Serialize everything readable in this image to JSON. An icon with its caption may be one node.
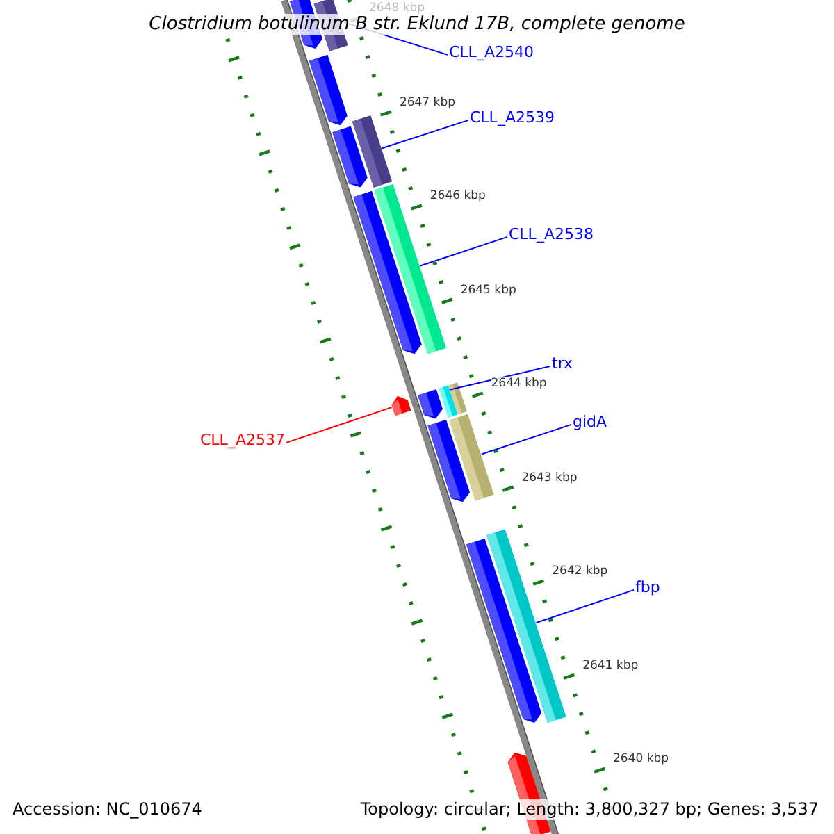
{
  "diagram": {
    "title": "Clostridium botulinum B str. Eklund 17B, complete genome",
    "nodes": [
      {
        "text": [
          "CLL_A2540"
        ]
      },
      {
        "text": [
          "CLL_A2539"
        ]
      },
      {
        "text": [
          "CLL_A2538"
        ]
      },
      {
        "text": [
          "trx"
        ]
      },
      {
        "text": [
          "gidA"
        ]
      },
      {
        "text": [
          "CLL_A2537"
        ]
      },
      {
        "text": [
          "fbp"
        ]
      },
      {
        "text": [],
        "shape": "pentagon"
      },
      {
        "text": [],
        "shape": "bar"
      },
      {
        "text": [],
        "shape": "pentagon"
      },
      {
        "text": [],
        "shape": "bar"
      },
      {
        "text": [],
        "shape": "pentagon"
      },
      {
        "text": [],
        "shape": "bar"
      },
      {
        "text": [],
        "shape": "pentagon"
      },
      {
        "text": [],
        "shape": "bar"
      },
      {
        "text": [],
        "shape": "bar"
      },
      {
        "text": [],
        "shape": "pentagon"
      },
      {
        "text": [],
        "shape": "pentagon"
      },
      {
        "text": [],
        "shape": "pentagon"
      },
      {
        "text": [],
        "shape": "bar"
      },
      {
        "text": [],
        "shape": "bar"
      },
      {
        "text": [],
        "shape": "pentagon"
      },
      {
        "text": [],
        "shape": "pentagon"
      }
    ],
    "edges": [
      {
        "from": 0,
        "to": 8,
        "arrow": "none"
      },
      {
        "from": 1,
        "to": 10,
        "arrow": "none"
      },
      {
        "from": 2,
        "to": 12,
        "arrow": "none"
      },
      {
        "from": 3,
        "to": 15,
        "arrow": "none"
      },
      {
        "from": 4,
        "to": 19,
        "arrow": "none"
      },
      {
        "from": 5,
        "to": 17,
        "arrow": "none",
        "color": "#ff0000"
      },
      {
        "from": 6,
        "to": 20,
        "arrow": "none"
      }
    ],
    "labels": [
      "2648 kbp",
      "2647 kbp",
      "2646 kbp",
      "2645 kbp",
      "2644 kbp",
      "2643 kbp",
      "2642 kbp",
      "2641 kbp",
      "2640 kbp",
      "Accession: NC_010674",
      "Topology: circular; Length: 3,800,327 bp; Genes: 3,537"
    ]
  }
}
